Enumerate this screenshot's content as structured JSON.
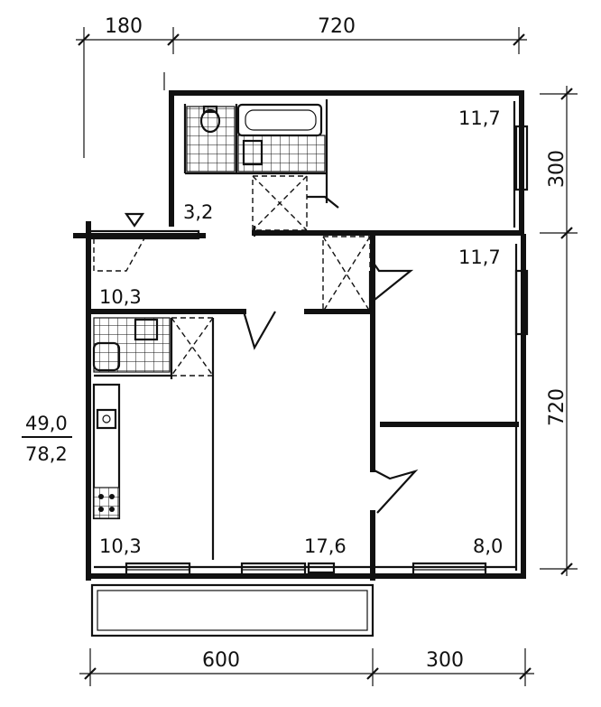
{
  "dimensions": {
    "top_left": "180",
    "top_right": "720",
    "right_upper": "300",
    "right_lower": "720",
    "bottom_left": "600",
    "bottom_right": "300"
  },
  "areas": {
    "fraction_numerator": "49,0",
    "fraction_denominator": "78,2",
    "hall_small": "3,2",
    "room_top_right": "11,7",
    "room_mid_right": "11,7",
    "hall_left": "10,3",
    "kitchen": "10,3",
    "living_room": "17,6",
    "room_bottom_right": "8,0"
  }
}
